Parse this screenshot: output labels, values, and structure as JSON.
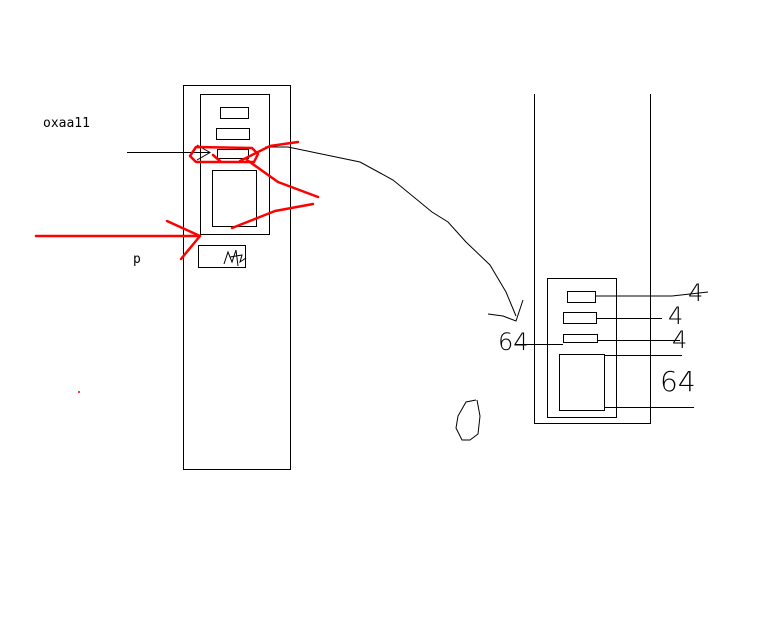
{
  "labels": {
    "address": "oxaa11",
    "pointer": "p"
  },
  "sizes": {
    "field_a": "4",
    "field_b": "4",
    "field_c": "4",
    "field_d": "64",
    "total": "64"
  },
  "colors": {
    "ink": "#000000",
    "annotation": "#ff0000"
  }
}
